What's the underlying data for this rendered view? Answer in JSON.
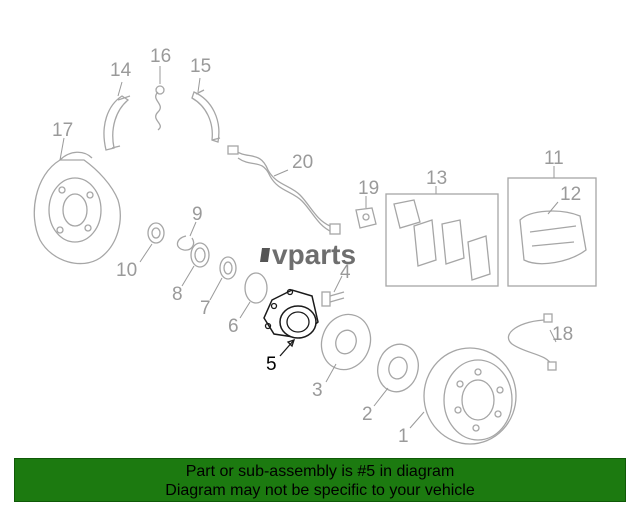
{
  "diagram": {
    "watermark": "vparts",
    "highlighted_part": "5",
    "callouts": {
      "c1": "1",
      "c2": "2",
      "c3": "3",
      "c4": "4",
      "c5": "5",
      "c6": "6",
      "c7": "7",
      "c8": "8",
      "c9": "9",
      "c10": "10",
      "c11": "11",
      "c12": "12",
      "c13": "13",
      "c14": "14",
      "c15": "15",
      "c16": "16",
      "c17": "17",
      "c18": "18",
      "c19": "19",
      "c20": "20"
    }
  },
  "banner": {
    "line1": "Part or sub-assembly is #5 in diagram",
    "line2": "Diagram may not be specific to your vehicle",
    "background": "#1c7a10"
  }
}
